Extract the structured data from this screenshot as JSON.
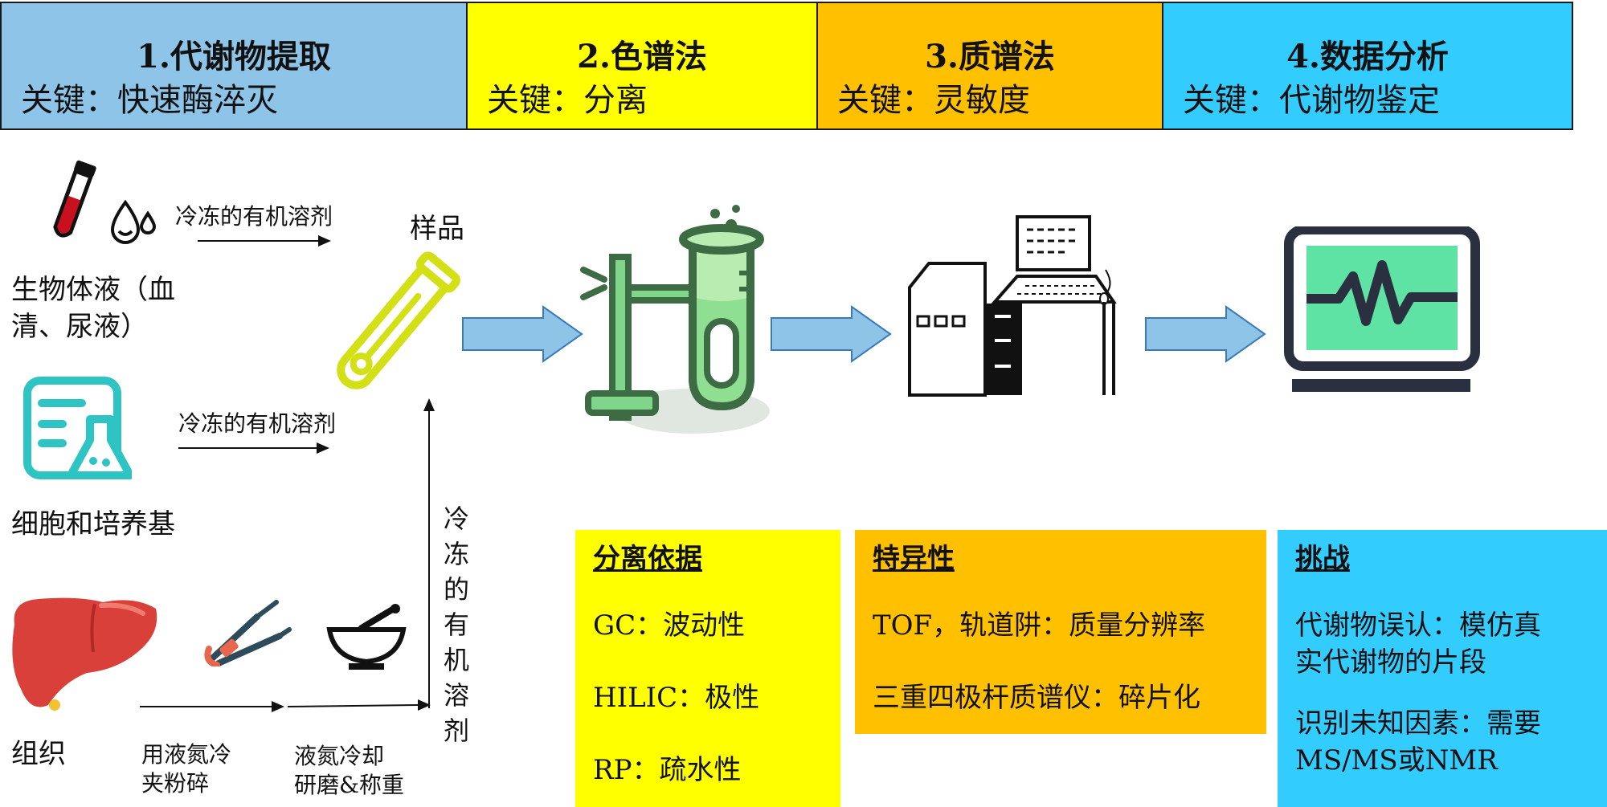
{
  "colors": {
    "step1": "#8ec4e8",
    "step2": "#ffff00",
    "step3": "#ffc000",
    "step4": "#33ccff",
    "arrow_fill": "#8ec4e8",
    "arrow_stroke": "#3a7ab5"
  },
  "steps": [
    {
      "title": "1.代谢物提取",
      "key": "关键：快速酶淬灭"
    },
    {
      "title": "2.色谱法",
      "key": "关键：分离"
    },
    {
      "title": "3.质谱法",
      "key": "关键：灵敏度"
    },
    {
      "title": "4.数据分析",
      "key": "关键：代谢物鉴定"
    }
  ],
  "sources": {
    "biofluid": {
      "label": "生物体液（血清、尿液）",
      "line1": "生物体液（血",
      "line2": "清、尿液）",
      "solvent": "冷冻的有机溶剂",
      "icon": "blood-tube-icon"
    },
    "cells": {
      "label": "细胞和培养基",
      "solvent": "冷冻的有机溶剂",
      "icon": "cell-culture-flask-icon"
    },
    "tissue": {
      "label": "组织",
      "step1_line1": "用液氮冷",
      "step1_line2": "夹粉碎",
      "step2_line1": "液氮冷却",
      "step2_line2": "研磨&称重",
      "vertical_solvent": "冷冻的有机溶剂",
      "icon": "liver-icon"
    }
  },
  "sample_label": "样品",
  "icons": [
    "test-tube-icon",
    "chromatography-stand-icon",
    "mass-spectrometer-icon",
    "monitor-signal-icon",
    "tongs-icon",
    "mortar-pestle-icon",
    "droplets-icon"
  ],
  "boxes": [
    {
      "title": "分离依据",
      "lines": [
        "GC：波动性",
        "HILIC：极性",
        "RP：疏水性"
      ]
    },
    {
      "title": "特异性",
      "lines": [
        "TOF，轨道阱：质量分辨率",
        "三重四极杆质谱仪：碎片化"
      ]
    },
    {
      "title": "挑战",
      "lines": [
        "代谢物误认：模仿真实代谢物的片段",
        "识别未知因素：需要MS/MS或NMR"
      ],
      "line1a": "代谢物误认：模仿真",
      "line1b": "实代谢物的片段",
      "line2a": "识别未知因素：需要",
      "line2b": "MS/MS或NMR"
    }
  ]
}
